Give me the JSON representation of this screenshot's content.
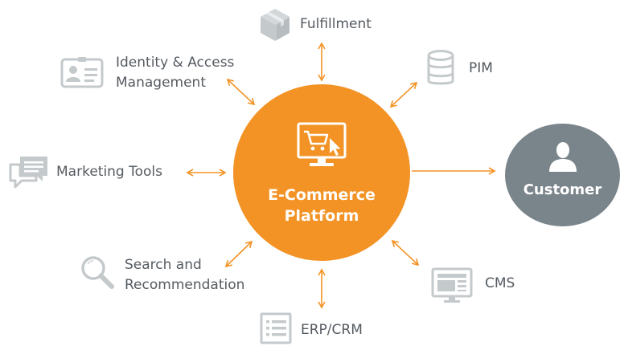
{
  "colors": {
    "accent": "#f39325",
    "icon_gray": "#c4c9cc",
    "customer_gray": "#7a848b",
    "text": "#555b61"
  },
  "hub": {
    "line1": "E-Commerce",
    "line2": "Platform",
    "icon": "shopping-cart-monitor-icon"
  },
  "customer": {
    "label": "Customer",
    "icon": "person-icon"
  },
  "systems": {
    "fulfillment": {
      "label": "Fulfillment",
      "icon": "package-box-icon"
    },
    "pim": {
      "label": "PIM",
      "icon": "database-icon"
    },
    "identity": {
      "line1": "Identity & Access",
      "line2": "Management",
      "icon": "id-card-icon"
    },
    "marketing": {
      "label": "Marketing  Tools",
      "icon": "chat-bubbles-icon"
    },
    "search": {
      "line1": "Search and",
      "line2": "Recommendation",
      "icon": "magnifier-icon"
    },
    "erp": {
      "label": "ERP/CRM",
      "icon": "list-document-icon"
    },
    "cms": {
      "label": "CMS",
      "icon": "webpage-monitor-icon"
    }
  }
}
